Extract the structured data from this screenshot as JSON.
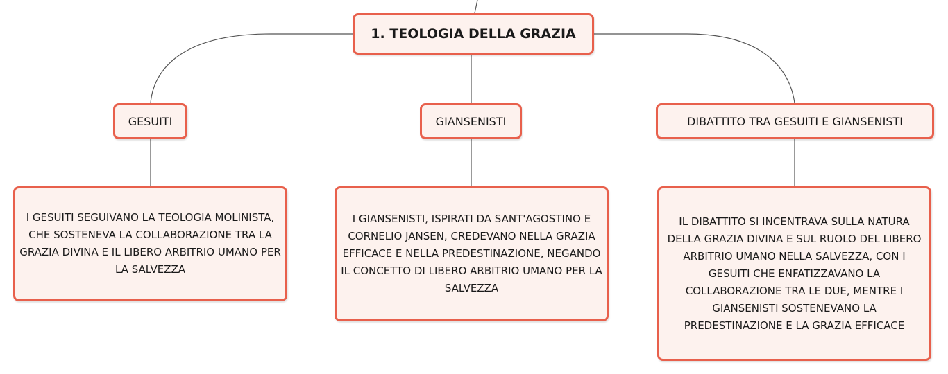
{
  "colors": {
    "node_border": "#e8604c",
    "node_fill": "#fdf2ee",
    "connector": "#555555"
  },
  "root": {
    "label": "1. TEOLOGIA DELLA GRAZIA"
  },
  "branches": [
    {
      "label": "GESUITI",
      "detail": "I GESUITI SEGUIVANO LA TEOLOGIA MOLINISTA, CHE SOSTENEVA LA COLLABORAZIONE TRA LA GRAZIA DIVINA E IL LIBERO ARBITRIO UMANO PER LA SALVEZZA"
    },
    {
      "label": "GIANSENISTI",
      "detail": "I GIANSENISTI, ISPIRATI DA SANT'AGOSTINO E CORNELIO JANSEN, CREDEVANO NELLA GRAZIA EFFICACE E NELLA PREDESTINAZIONE, NEGANDO IL CONCETTO DI LIBERO ARBITRIO UMANO PER LA SALVEZZA"
    },
    {
      "label": "DIBATTITO TRA GESUITI E GIANSENISTI",
      "detail": "IL DIBATTITO SI INCENTRAVA SULLA NATURA DELLA GRAZIA DIVINA E SUL RUOLO DEL LIBERO ARBITRIO UMANO NELLA SALVEZZA, CON I GESUITI CHE ENFATIZZAVANO LA COLLABORAZIONE TRA LE DUE, MENTRE I GIANSENISTI SOSTENEVANO LA PREDESTINAZIONE E LA GRAZIA EFFICACE"
    }
  ]
}
